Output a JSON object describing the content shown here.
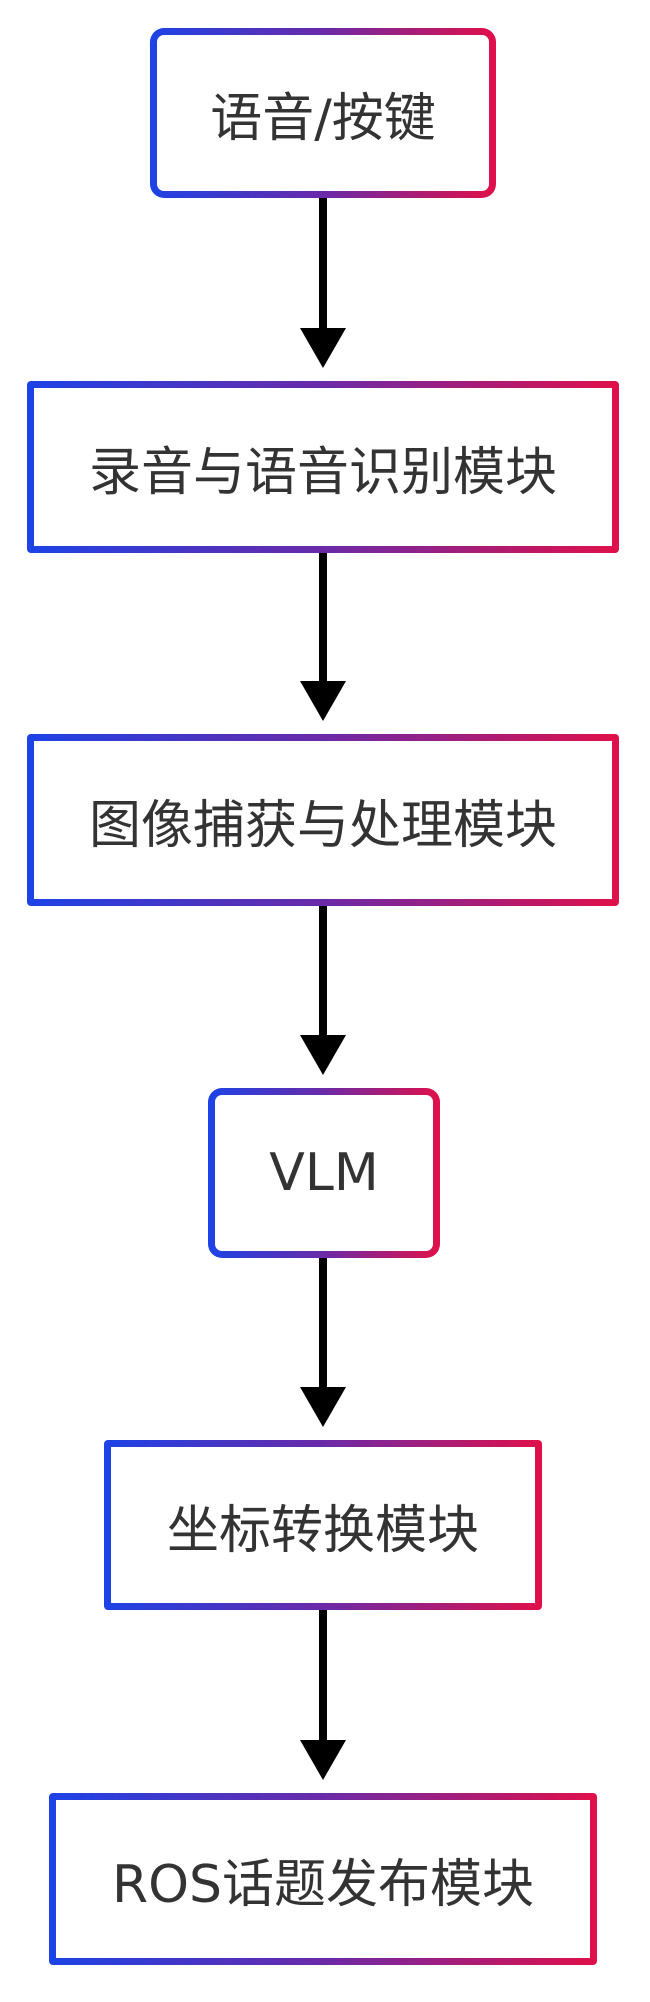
{
  "flow": {
    "nodes": [
      {
        "label": "语音/按键"
      },
      {
        "label": "录音与语音识别模块"
      },
      {
        "label": "图像捕获与处理模块"
      },
      {
        "label": "VLM"
      },
      {
        "label": "坐标转换模块"
      },
      {
        "label": "ROS话题发布模块"
      }
    ],
    "edges": [
      {
        "from": "语音/按键",
        "to": "录音与语音识别模块"
      },
      {
        "from": "录音与语音识别模块",
        "to": "图像捕获与处理模块"
      },
      {
        "from": "图像捕获与处理模块",
        "to": "VLM"
      },
      {
        "from": "VLM",
        "to": "坐标转换模块"
      },
      {
        "from": "坐标转换模块",
        "to": "ROS话题发布模块"
      }
    ],
    "colors": {
      "gradient_start": "#1d43e6",
      "gradient_mid": "#6a2aa8",
      "gradient_end": "#e0104a",
      "arrow": "#000000",
      "text": "#333333"
    }
  }
}
